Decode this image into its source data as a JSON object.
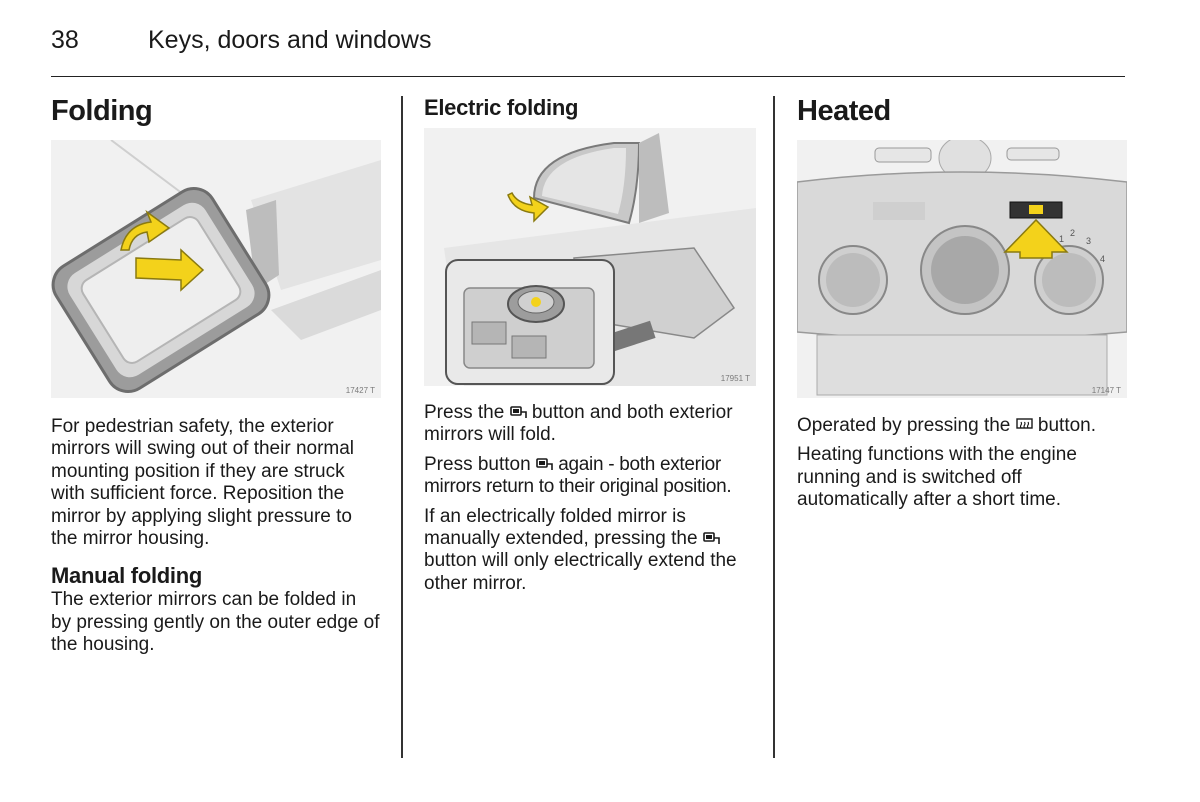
{
  "header": {
    "page_number": "38",
    "chapter": "Keys, doors and windows"
  },
  "col1": {
    "heading": "Folding",
    "figure_code": "17427 T",
    "paragraph": "For pedestrian safety, the exterior mirrors will swing out of their normal mounting position if they are struck with sufficient force. Reposition the mirror by applying slight pressure to the mirror housing.",
    "subheading": "Manual folding",
    "subparagraph": "The exterior mirrors can be folded in by pressing gently on the outer edge of the housing."
  },
  "col2": {
    "heading": "Electric folding",
    "figure_code": "17951 T",
    "p1_a": "Press the",
    "p1_b": "button and both exterior mirrors will fold.",
    "p2_a": "Press button",
    "p2_b": "again - both exterior mirrors return to their original position.",
    "p3_a": "If an electrically folded mirror is manually extended, pressing the",
    "p3_b": "button will only electrically extend the other mirror."
  },
  "col3": {
    "heading": "Heated",
    "figure_code": "17147 T",
    "p1_a": "Operated by pressing the",
    "p1_b": "button.",
    "p2": "Heating functions with the engine running and is switched off automatically after a short time.",
    "dial_scale": [
      "1",
      "2",
      "3",
      "4"
    ]
  },
  "icons": {
    "fold": "mirror-fold-icon",
    "heat": "heated-mirror-icon"
  },
  "colors": {
    "arrow": "#f3d21b",
    "figure_bg": "#f1f1f1",
    "text": "#1a1a1a"
  }
}
